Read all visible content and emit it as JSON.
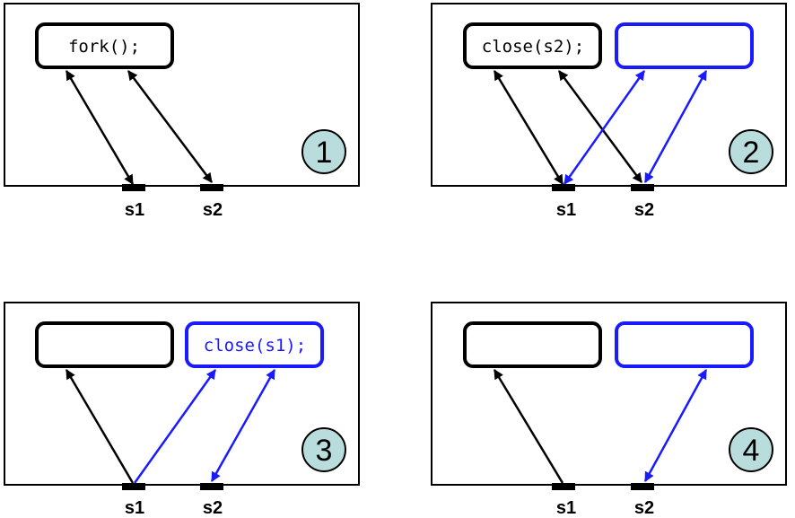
{
  "colors": {
    "black": "#000000",
    "blue": "#1a1aff",
    "badge_fill": "#b9dcdc"
  },
  "panels": [
    {
      "step": "1",
      "parent_box_text": "fork();",
      "child_box_present": false,
      "child_box_text": "",
      "socket_labels": [
        "s1",
        "s2"
      ]
    },
    {
      "step": "2",
      "parent_box_text": "close(s2);",
      "child_box_present": true,
      "child_box_text": "",
      "socket_labels": [
        "s1",
        "s2"
      ]
    },
    {
      "step": "3",
      "parent_box_text": "",
      "child_box_present": true,
      "child_box_text": "close(s1);",
      "socket_labels": [
        "s1",
        "s2"
      ]
    },
    {
      "step": "4",
      "parent_box_text": "",
      "child_box_present": true,
      "child_box_text": "",
      "socket_labels": [
        "s1",
        "s2"
      ]
    }
  ]
}
